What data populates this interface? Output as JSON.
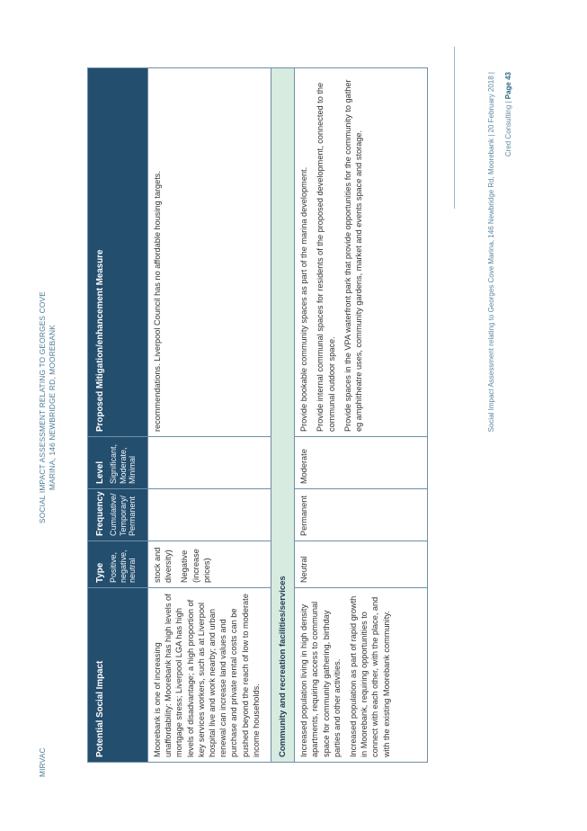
{
  "header": {
    "left": "MIRVAC",
    "center_line1": "SOCIAL IMPACT ASSESSMENT RELATING TO GEORGES COVE",
    "center_line2": "MARINA, 146 NEWBRIDGE RD, MOOREBANK"
  },
  "table": {
    "columns": [
      {
        "title": "Potential Social Impact",
        "sub": ""
      },
      {
        "title": "Type",
        "sub": "Positive, negative, neutral"
      },
      {
        "title": "Frequency",
        "sub": "Cumulative/ Temporary/ Permanent"
      },
      {
        "title": "Level",
        "sub": "Significant, Moderate, Minimal"
      },
      {
        "title": "Proposed Mitigation/enhancement Measure",
        "sub": ""
      }
    ],
    "row1": {
      "impact": "Moorebank is one of increasing unaffordability: Moorebank has high levels of mortgage stress; Liverpool LGA has high levels of disadvantage; a high proportion of key services workers, such as at Liverpool hospital live and work nearby; and urban renewal can increase land values and purchase and private rental costs can be pushed beyond the reach of low to moderate income households.",
      "type_line1": "stock and diversity)",
      "type_line2": "Negative (increase prices)",
      "frequency": "",
      "level": "",
      "mitigation": "recommendations. Liverpool Council has no affordable housing targets."
    },
    "section": "Community and recreation facilities/services",
    "row2": {
      "impact_p1": "Increased population living in high density apartments, requiring access to communal space for community gathering, birthday parties and other activities.",
      "impact_p2": "Increased population as part of rapid growth in Moorebank, requiring opportunities to connect with each other, with the place, and with the existing Moorebank community.",
      "type": "Neutral",
      "frequency": "Permanent",
      "level": "Moderate",
      "mitigation_p1": "Provide bookable community spaces as part of the marina development.",
      "mitigation_p2": "Provide internal communal spaces for residents of the proposed development, connected to the communal outdoor space.",
      "mitigation_p3": "Provide spaces in the VPA waterfront park that provide opportunities for the community to gather eg amphitheatre uses, community gardens, market and events space and storage."
    }
  },
  "footer": {
    "line1": "Social Impact Assessment relating to Georges Cove Marina, 146 Newbridge Rd, Moorebank | 20 February 2018 |",
    "line2_prefix": "Cred Consulting | ",
    "page": "Page 43"
  }
}
